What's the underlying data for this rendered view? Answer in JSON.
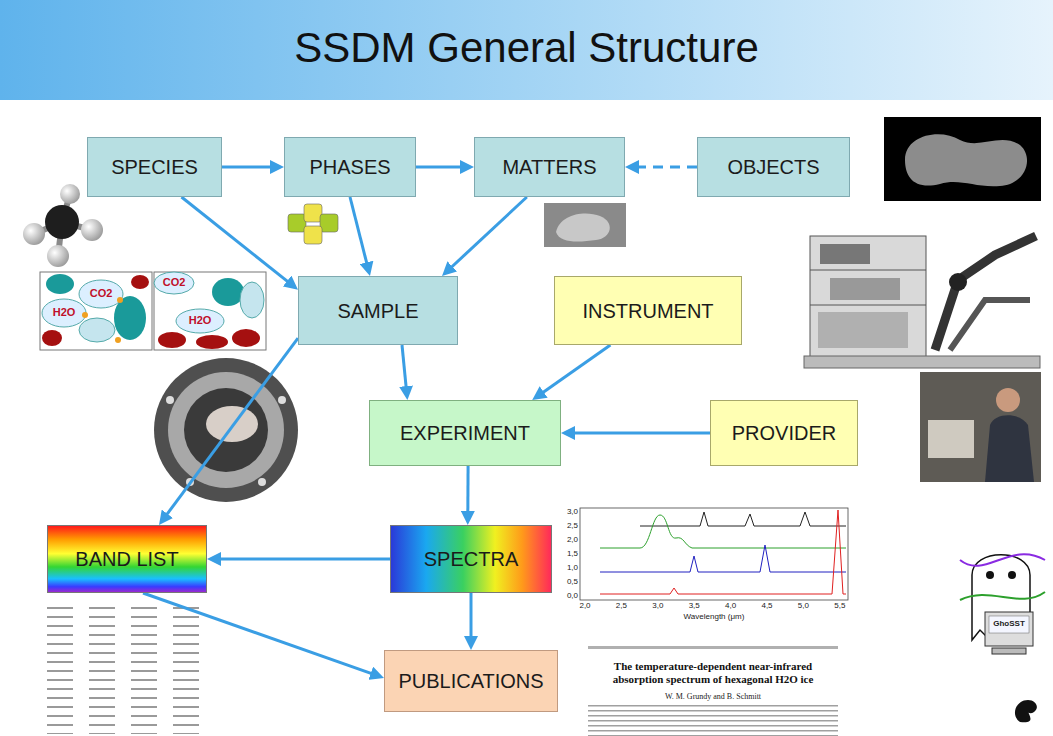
{
  "diagram": {
    "title": "SSDM General Structure",
    "nodes": [
      {
        "text": [
          "SPECIES"
        ]
      },
      {
        "text": [
          "PHASES"
        ]
      },
      {
        "text": [
          "MATTERS"
        ]
      },
      {
        "text": [
          "OBJECTS"
        ]
      },
      {
        "text": [
          "SAMPLE"
        ]
      },
      {
        "text": [
          "INSTRUMENT"
        ]
      },
      {
        "text": [
          "EXPERIMENT"
        ]
      },
      {
        "text": [
          "PROVIDER"
        ]
      },
      {
        "text": [
          "BAND LIST"
        ]
      },
      {
        "text": [
          "SPECTRA"
        ]
      },
      {
        "text": [
          "PUBLICATIONS"
        ]
      }
    ],
    "edges": [
      {
        "from": 0,
        "to": 1,
        "arrow": "to"
      },
      {
        "from": 1,
        "to": 2,
        "arrow": "to"
      },
      {
        "from": 3,
        "to": 2,
        "arrow": "to"
      },
      {
        "from": 0,
        "to": 4,
        "arrow": "to"
      },
      {
        "from": 1,
        "to": 4,
        "arrow": "to"
      },
      {
        "from": 2,
        "to": 4,
        "arrow": "to"
      },
      {
        "from": 4,
        "to": 6,
        "arrow": "to"
      },
      {
        "from": 4,
        "to": 8,
        "arrow": "to"
      },
      {
        "from": 5,
        "to": 6,
        "arrow": "to"
      },
      {
        "from": 7,
        "to": 6,
        "arrow": "to"
      },
      {
        "from": 6,
        "to": 9,
        "arrow": "to"
      },
      {
        "from": 9,
        "to": 8,
        "arrow": "to"
      },
      {
        "from": 9,
        "to": 10,
        "arrow": "to"
      },
      {
        "from": 8,
        "to": 10,
        "arrow": "to"
      }
    ],
    "labels": [
      "H2O",
      "CO2",
      "CO2",
      "H2O",
      "3,0",
      "2,5",
      "2,0",
      "1,5",
      "1,0",
      "0,5",
      "0,0",
      "2,0",
      "2,5",
      "3,0",
      "3,5",
      "4,0",
      "4,5",
      "5,0",
      "5,5",
      "Wavelength (μm)",
      "The temperature-dependent near-infrared absorption spectrum of hexagonal H2O ice",
      "W. M. Grundy and B. Schmitt",
      "GhoSST"
    ]
  }
}
